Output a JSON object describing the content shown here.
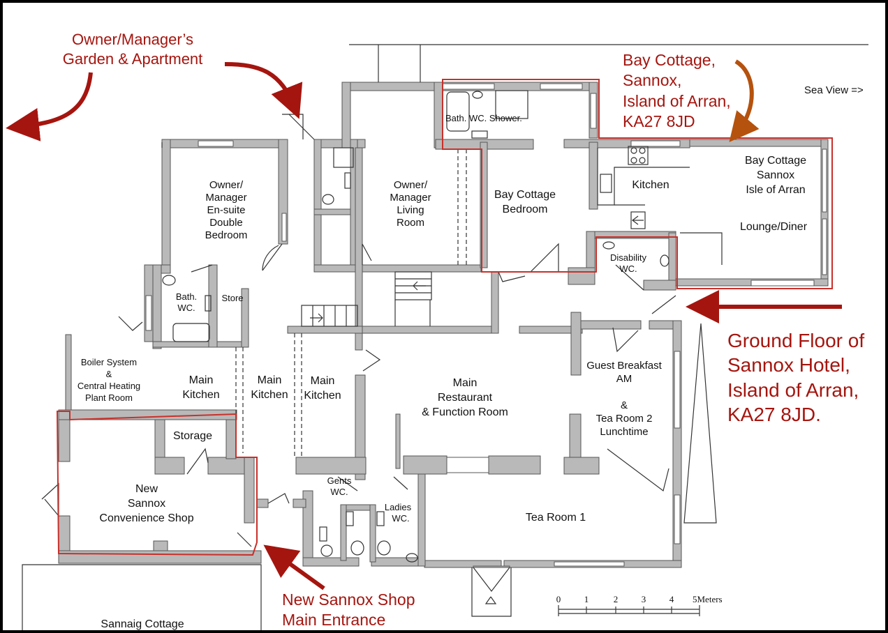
{
  "annotations": {
    "owner_garden": [
      "Owner/Manager’s",
      "Garden & Apartment"
    ],
    "bay_cottage_address": [
      "Bay Cottage,",
      "Sannox,",
      "Island of Arran,",
      "KA27 8JD"
    ],
    "sea_view": "Sea View =>",
    "title": [
      "Ground Floor of",
      "Sannox Hotel,",
      "Island of Arran,",
      "KA27 8JD."
    ],
    "shop_entrance": [
      "New Sannox Shop",
      "Main Entrance"
    ]
  },
  "rooms": {
    "owner_bedroom": [
      "Owner/",
      "Manager",
      "En-suite",
      "Double",
      "Bedroom"
    ],
    "owner_living": [
      "Owner/",
      "Manager",
      "Living",
      "Room"
    ],
    "bath_wc_shower": "Bath.  WC. Shower.",
    "bay_bedroom": [
      "Bay Cottage",
      "Bedroom"
    ],
    "kitchen": "Kitchen",
    "bay_lounge": [
      "Bay Cottage",
      "Sannox",
      "Isle of Arran"
    ],
    "lounge_diner": "Lounge/Diner",
    "disability_wc": [
      "Disability",
      "WC."
    ],
    "bath_wc": [
      "Bath.",
      "WC."
    ],
    "store": "Store",
    "boiler": [
      "Boiler System",
      "&",
      "Central Heating",
      "Plant Room"
    ],
    "main_kitchen": [
      "Main",
      "Kitchen"
    ],
    "main_restaurant": [
      "Main",
      "Restaurant",
      "& Function Room"
    ],
    "guest_breakfast": [
      "Guest Breakfast",
      "AM",
      "&",
      "Tea Room 2",
      "Lunchtime"
    ],
    "storage": "Storage",
    "shop": [
      "New",
      "Sannox",
      "Convenience Shop"
    ],
    "gents_wc": [
      "Gents",
      "WC."
    ],
    "ladies_wc": [
      "Ladies",
      "WC."
    ],
    "tea_room": "Tea Room 1",
    "sannaig": "Sannaig Cottage"
  },
  "scale_bar": {
    "ticks": [
      "0",
      "1",
      "2",
      "3",
      "4",
      "5Meters"
    ]
  },
  "colors": {
    "annotation": "#a5150f",
    "highlight": "#c8302a",
    "wall": "#b9b9b9"
  }
}
